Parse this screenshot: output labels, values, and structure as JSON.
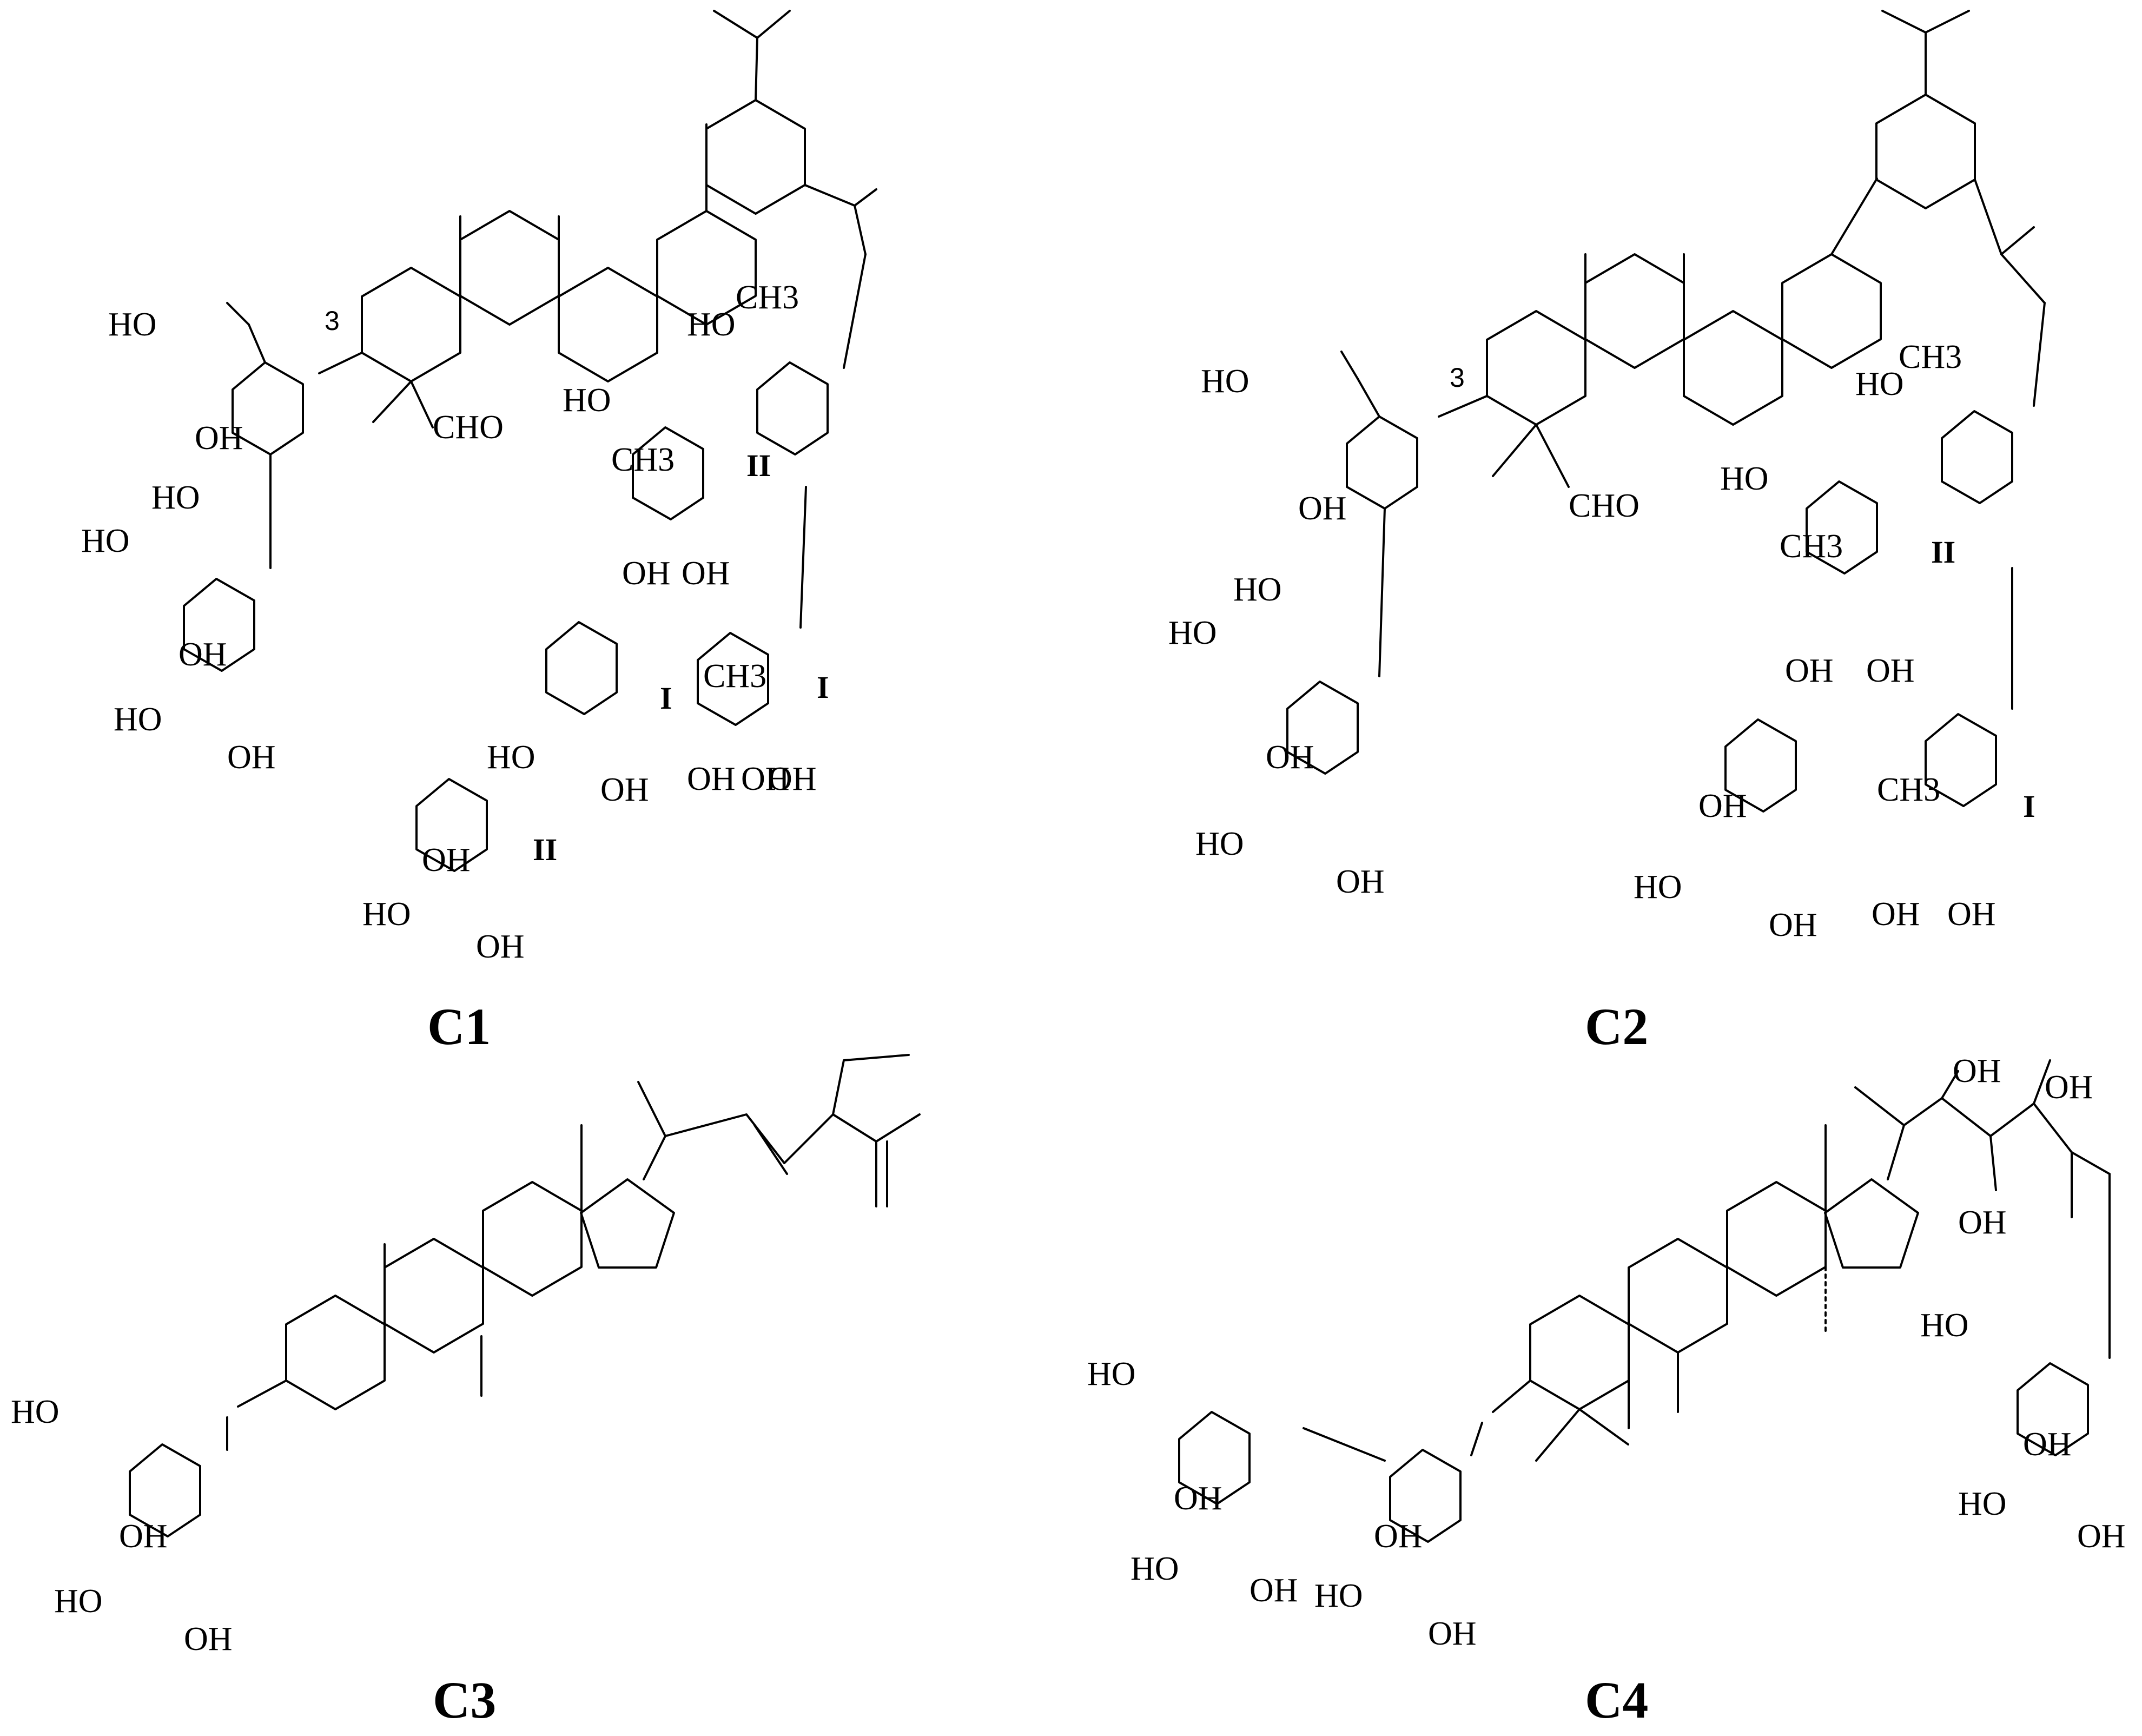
{
  "compounds": [
    {
      "caption": "C1",
      "labels": {
        "ga_cooh": "HO",
        "ga_oh2": "OH",
        "ga_ho4": "HO",
        "glc_ho6": "HO",
        "glc_oh2": "OH",
        "glc_ho4": "HO",
        "glc_oh3": "OH",
        "cho": "CHO",
        "pos3": "3",
        "rha2_ho": "HO",
        "rha2_ch3": "CH3",
        "rha2_oh1": "OH",
        "rha2_oh2": "OH",
        "fuc_ho": "HO",
        "fuc_ch3": "CH3",
        "rha1_ch3": "CH3",
        "rha1_oh1": "OH",
        "rha1_oh2": "OH",
        "rha1_oh3": "OH",
        "xyl1_ho": "HO",
        "xyl1_oh": "OH",
        "xyl2_oh": "OH",
        "xyl2_ho": "HO",
        "xyl2_oh2": "OH",
        "rom_II_a": "II",
        "rom_I_a": "I",
        "rom_I_b": "I",
        "rom_II_b": "II"
      }
    },
    {
      "caption": "C2",
      "labels": {
        "ga_cooh": "HO",
        "ga_oh2": "OH",
        "ga_ho4": "HO",
        "glc_ho6": "HO",
        "glc_oh2": "OH",
        "glc_ho4": "HO",
        "glc_oh3": "OH",
        "cho": "CHO",
        "pos3": "3",
        "fuc_ho": "HO",
        "fuc_ch3": "CH3",
        "rha2_ho": "HO",
        "rha2_ch3": "CH3",
        "rha2_oh1": "OH",
        "rha2_oh2": "OH",
        "xyl_oh": "OH",
        "xyl_ho": "HO",
        "xyl_oh2": "OH",
        "rha1_ch3": "CH3",
        "rha1_oh1": "OH",
        "rha1_oh2": "OH",
        "rom_II": "II",
        "rom_I": "I"
      }
    },
    {
      "caption": "C3",
      "labels": {
        "ho6": "HO",
        "oh2": "OH",
        "ho4": "HO",
        "oh3": "OH"
      }
    },
    {
      "caption": "C4",
      "labels": {
        "glc1_ho6": "HO",
        "glc1_oh2": "OH",
        "glc1_ho4": "HO",
        "glc1_oh3": "OH",
        "glc2_oh2": "OH",
        "glc2_ho4": "HO",
        "glc2_oh3": "OH",
        "oh22": "OH",
        "oh24": "OH",
        "oh23": "OH",
        "glc3_ho6": "HO",
        "glc3_oh2": "OH",
        "glc3_ho4": "HO",
        "glc3_oh3": "OH"
      }
    }
  ]
}
